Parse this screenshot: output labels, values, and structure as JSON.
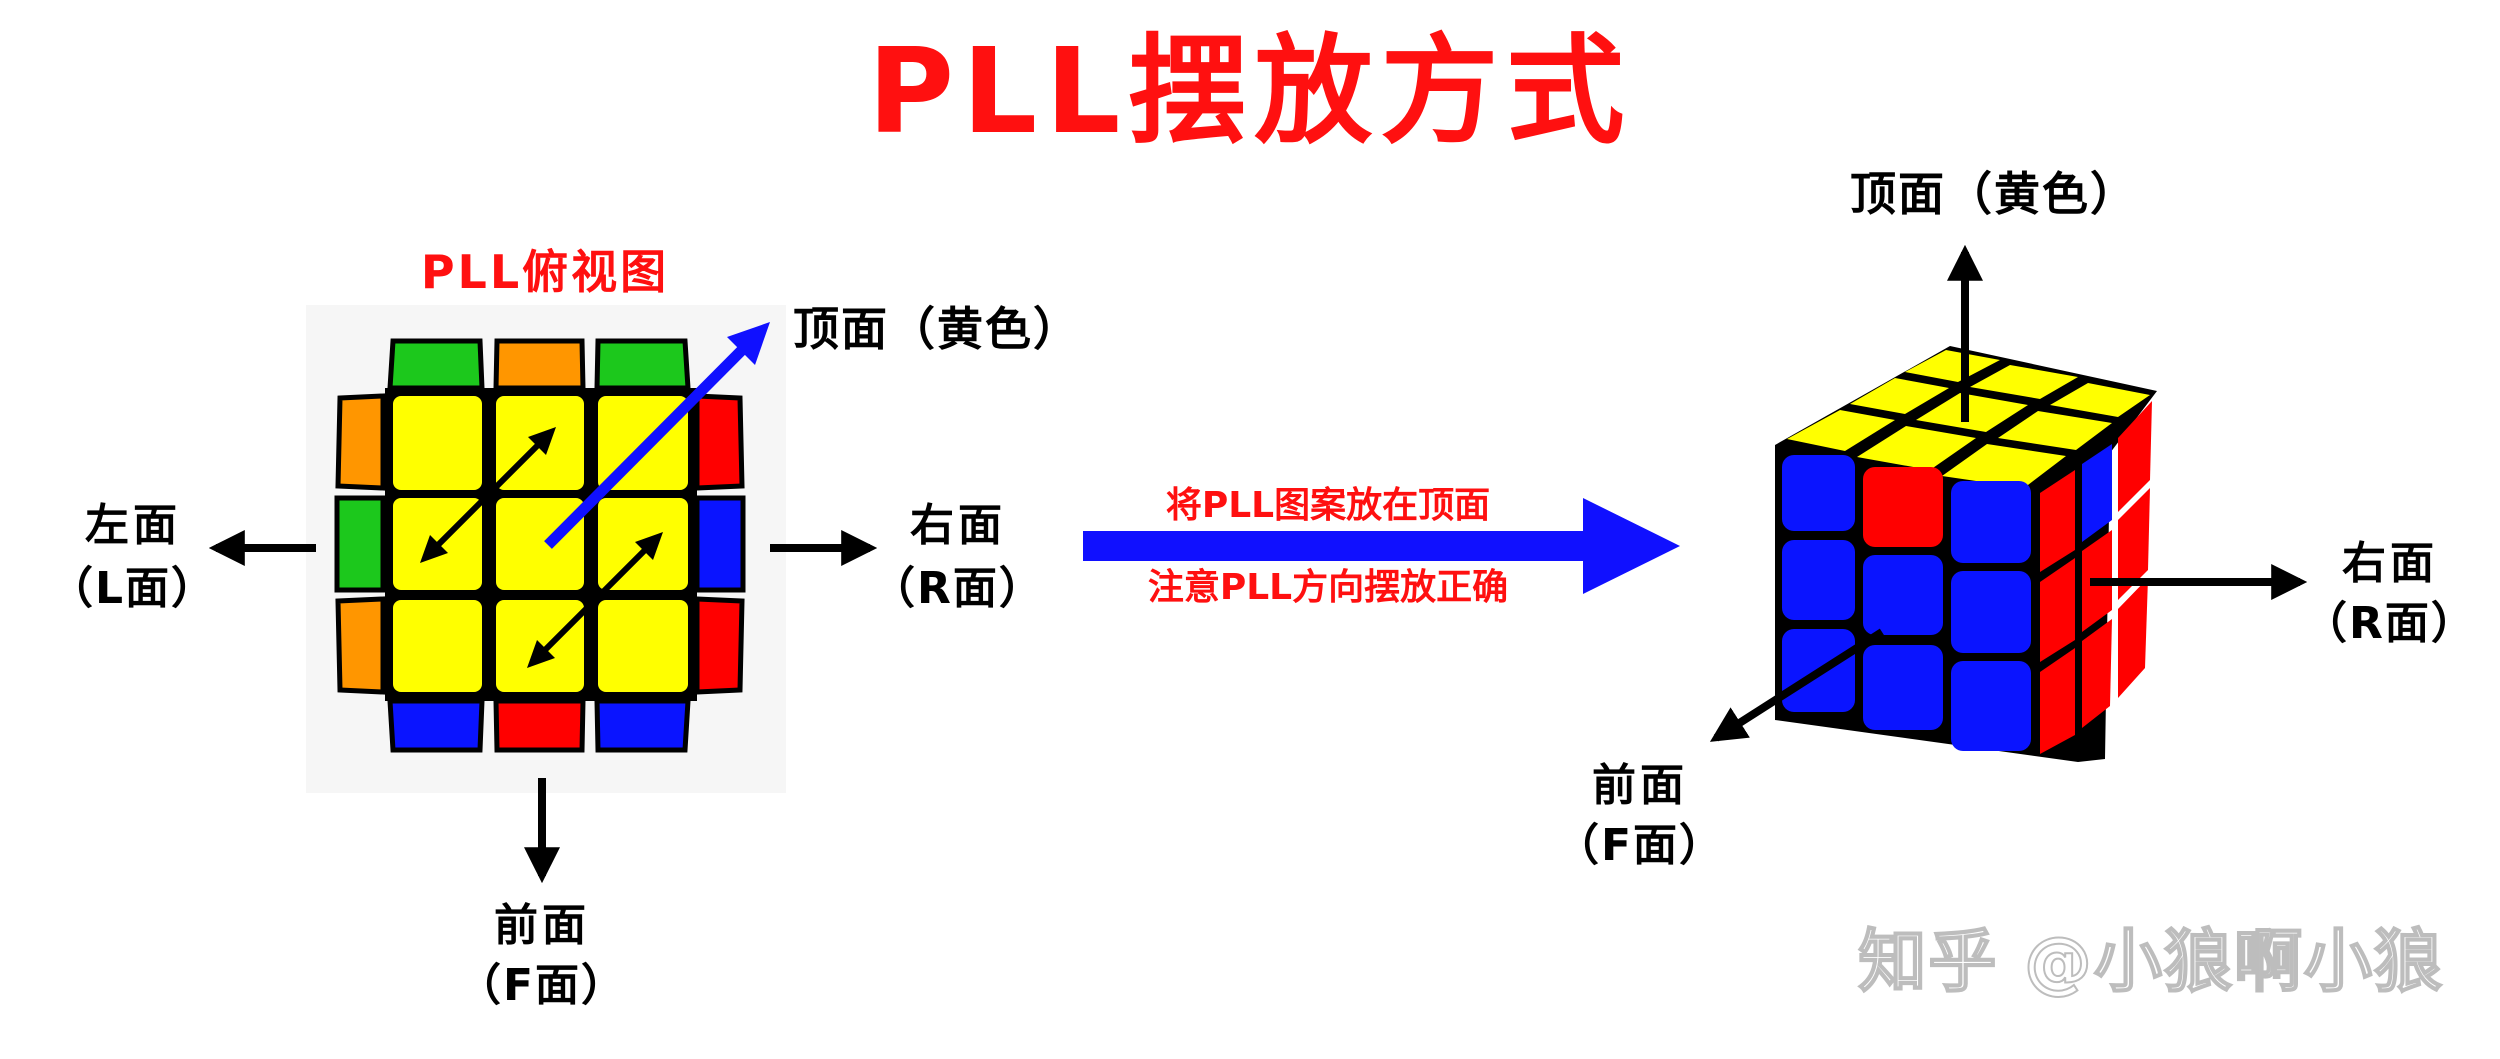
{
  "title": "PLL摆放方式",
  "top_view": {
    "caption": "PLL俯视图",
    "top_label": "顶面（黄色）",
    "left_label_1": "左面",
    "left_label_2": "（L面）",
    "right_label_1": "右面",
    "right_label_2": "（R面）",
    "front_label_1": "前面",
    "front_label_2": "（F面）"
  },
  "middle": {
    "instruction_1": "将PLL图案放在顶面",
    "instruction_2": "注意PLL方向摆放正确"
  },
  "cube_view": {
    "top_label": "顶面（黄色）",
    "right_label_1": "右面",
    "right_label_2": "（R面）",
    "front_label_1": "前面",
    "front_label_2": "（F面）"
  },
  "watermark": "知乎 @小狼啊小狼",
  "colors": {
    "yellow": "#ffff00",
    "red": "#ff0000",
    "blue": "#0a14ff",
    "green": "#1cc81c",
    "orange": "#ff9600",
    "arrow_blue": "#1010ff",
    "title_red": "#ff1010"
  }
}
